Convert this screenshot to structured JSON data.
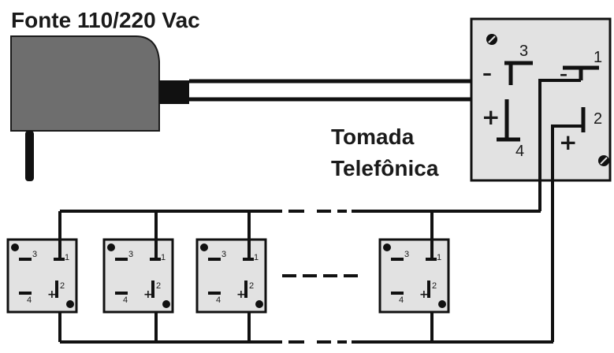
{
  "power_supply": {
    "label": "Fonte 110/220 Vac"
  },
  "main_socket": {
    "label_line1": "Tomada",
    "label_line2": "Telefônica",
    "pins": {
      "p1": "1",
      "p2": "2",
      "p3": "3",
      "p4": "4"
    },
    "signs": {
      "minus": "–",
      "plus": "+"
    }
  },
  "small_sockets": {
    "pins": {
      "p1": "1",
      "p2": "2",
      "p3": "3",
      "p4": "4"
    },
    "signs": {
      "minus": "–",
      "plus": "+"
    }
  },
  "colors": {
    "wire": "#111111",
    "adapter_body": "#6e6e6e",
    "socket_fill": "#e2e2e2"
  }
}
